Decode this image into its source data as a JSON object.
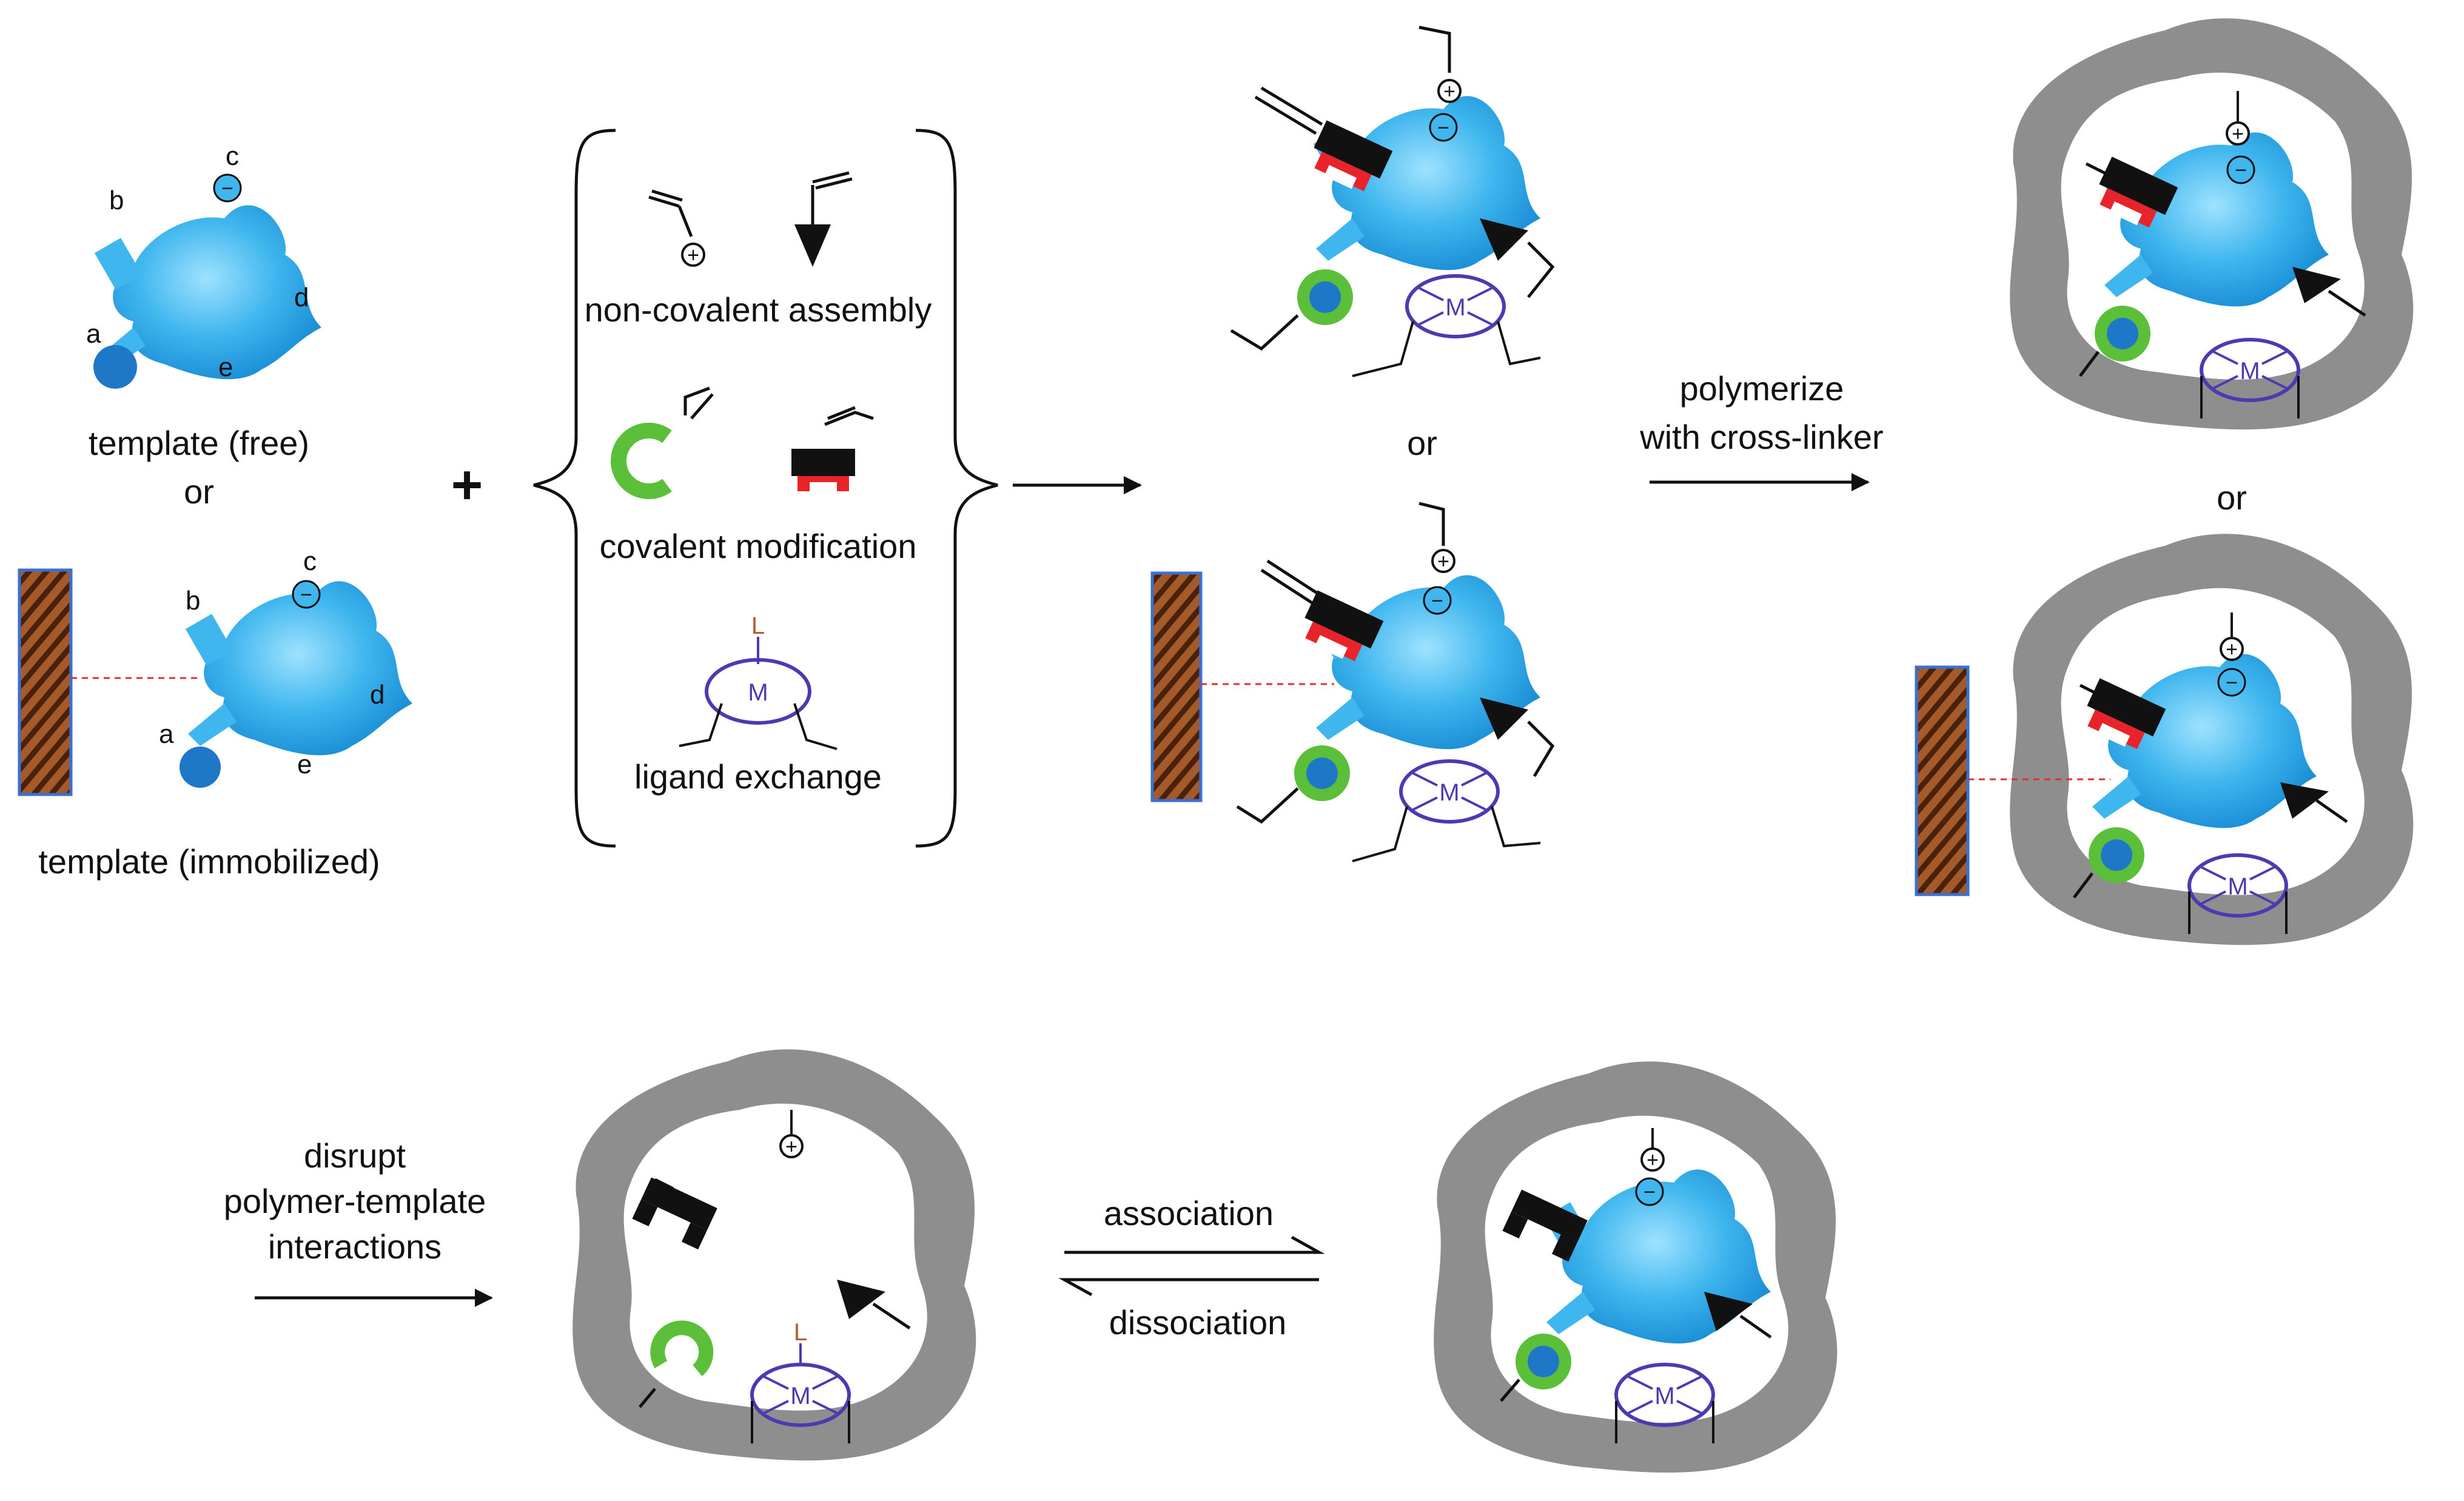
{
  "colors": {
    "template_blue": "#3fb6ee",
    "site_blue": "#1f77c8",
    "green_monomer": "#5bbf3a",
    "red_cap": "#e8232a",
    "metal_purple": "#4a3cb0",
    "polymer_gray": "#8e8e8e",
    "surface_brown": "#8a4a22",
    "surface_border": "#3b6fd0",
    "tether_red": "#e03030"
  },
  "template": {
    "site_labels": [
      "a",
      "b",
      "c",
      "d",
      "e"
    ],
    "free_label": "template (free)",
    "or_label": "or",
    "immobilized_label": "template (immobilized)"
  },
  "plus_sign": "+",
  "monomers": {
    "noncovalent_label": "non-covalent assembly",
    "covalent_label": "covalent modification",
    "ligand_label": "ligand exchange",
    "metal_symbol": "M",
    "ligand_symbol": "L"
  },
  "complex": {
    "or_label": "or"
  },
  "steps": {
    "polymerize_line1": "polymerize",
    "polymerize_line2": "with cross-linker",
    "imprinted_or": "or",
    "disrupt_line1": "disrupt",
    "disrupt_line2": "polymer-template",
    "disrupt_line3": "interactions",
    "association": "association",
    "dissociation": "dissociation"
  },
  "charges": {
    "positive": "+",
    "negative": "−"
  }
}
